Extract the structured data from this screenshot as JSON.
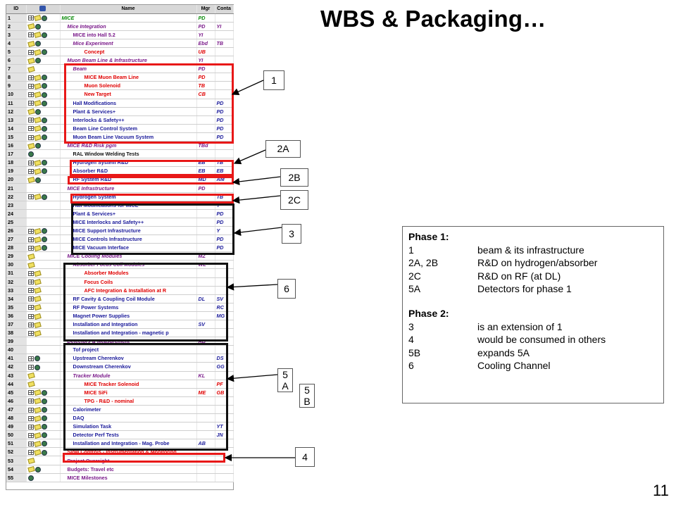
{
  "title": "WBS & Packaging…",
  "page_number": "11",
  "table": {
    "headers": [
      "ID",
      "",
      "Name",
      "Mgr",
      "Conta"
    ],
    "rows": [
      {
        "id": "1",
        "icons": [
          "grid",
          "note",
          "globe"
        ],
        "name": "MICE",
        "mgr": "PD",
        "ct": "",
        "level": 0,
        "color": "green",
        "italic": true
      },
      {
        "id": "2",
        "icons": [
          "note",
          "globe"
        ],
        "name": "Mice Integration",
        "mgr": "PD",
        "ct": "YI",
        "level": 1,
        "color": "purple",
        "italic": true
      },
      {
        "id": "3",
        "icons": [
          "grid",
          "note",
          "globe"
        ],
        "name": "MICE into Hall 5.2",
        "mgr": "YI",
        "ct": "",
        "level": 2,
        "color": "purple",
        "italic": false
      },
      {
        "id": "4",
        "icons": [
          "note",
          "globe"
        ],
        "name": "Mice Experiment",
        "mgr": "Ebd",
        "ct": "TB",
        "level": 2,
        "color": "purple",
        "italic": true
      },
      {
        "id": "5",
        "icons": [
          "grid",
          "note",
          "globe"
        ],
        "name": "Concept",
        "mgr": "UB",
        "ct": "",
        "level": 3,
        "color": "red",
        "italic": false
      },
      {
        "id": "6",
        "icons": [
          "note",
          "globe"
        ],
        "name": "Muon Beam Line & Infrastructure",
        "mgr": "YI",
        "ct": "",
        "level": 1,
        "color": "purple",
        "italic": true
      },
      {
        "id": "7",
        "icons": [
          "note"
        ],
        "name": "Beam",
        "mgr": "PD",
        "ct": "",
        "level": 2,
        "color": "purple",
        "italic": true
      },
      {
        "id": "8",
        "icons": [
          "grid",
          "note",
          "globe"
        ],
        "name": "MICE Muon Beam Line",
        "mgr": "PD",
        "ct": "",
        "level": 3,
        "color": "red",
        "italic": false
      },
      {
        "id": "9",
        "icons": [
          "grid",
          "note",
          "globe"
        ],
        "name": "Muon Solenoid",
        "mgr": "TB",
        "ct": "",
        "level": 3,
        "color": "red",
        "italic": false
      },
      {
        "id": "10",
        "icons": [
          "grid",
          "note",
          "globe"
        ],
        "name": "New Target",
        "mgr": "CB",
        "ct": "",
        "level": 3,
        "color": "red",
        "italic": false
      },
      {
        "id": "11",
        "icons": [
          "grid",
          "note",
          "globe"
        ],
        "name": "Hall Modifications",
        "mgr": "",
        "ct": "PD",
        "level": 2,
        "color": "blue",
        "italic": false
      },
      {
        "id": "12",
        "icons": [
          "note",
          "globe"
        ],
        "name": "Plant & Services+",
        "mgr": "",
        "ct": "PD",
        "level": 2,
        "color": "blue",
        "italic": false
      },
      {
        "id": "13",
        "icons": [
          "grid",
          "note",
          "globe"
        ],
        "name": "Interlocks & Safety++",
        "mgr": "",
        "ct": "PD",
        "level": 2,
        "color": "blue",
        "italic": false
      },
      {
        "id": "14",
        "icons": [
          "grid",
          "note",
          "globe"
        ],
        "name": "Beam Line Control System",
        "mgr": "",
        "ct": "PD",
        "level": 2,
        "color": "blue",
        "italic": false
      },
      {
        "id": "15",
        "icons": [
          "grid",
          "note",
          "globe"
        ],
        "name": "Muon Beam Line Vacuum System",
        "mgr": "",
        "ct": "PD",
        "level": 2,
        "color": "blue",
        "italic": false
      },
      {
        "id": "16",
        "icons": [
          "note",
          "globe"
        ],
        "name": "MICE R&D Risk pgm",
        "mgr": "TBd",
        "ct": "",
        "level": 1,
        "color": "purple",
        "italic": true
      },
      {
        "id": "17",
        "icons": [
          "globe"
        ],
        "name": "RAL Window Welding Tests",
        "mgr": "",
        "ct": "",
        "level": 2,
        "color": "black",
        "italic": false
      },
      {
        "id": "18",
        "icons": [
          "grid",
          "note",
          "globe"
        ],
        "name": "Hydrogen System R&D",
        "mgr": "EB",
        "ct": "TB",
        "level": 2,
        "color": "blue",
        "italic": false
      },
      {
        "id": "19",
        "icons": [
          "grid",
          "note",
          "globe"
        ],
        "name": "Absorber R&D",
        "mgr": "EB",
        "ct": "EB",
        "level": 2,
        "color": "blue",
        "italic": false
      },
      {
        "id": "20",
        "icons": [
          "note",
          "globe"
        ],
        "name": "RF System R&D",
        "mgr": "MD",
        "ct": "AM",
        "level": 2,
        "color": "blue",
        "italic": false
      },
      {
        "id": "21",
        "icons": [],
        "name": "MICE Infrastructure",
        "mgr": "PD",
        "ct": "",
        "level": 1,
        "color": "purple",
        "italic": true
      },
      {
        "id": "22",
        "icons": [
          "grid",
          "note",
          "globe"
        ],
        "name": "Hydrogen System",
        "mgr": "",
        "ct": "TB",
        "level": 2,
        "color": "blue",
        "italic": false
      },
      {
        "id": "23",
        "icons": [],
        "name": "Hall Modifications for MICE",
        "mgr": "",
        "ct": "Y",
        "level": 2,
        "color": "blue",
        "italic": false
      },
      {
        "id": "24",
        "icons": [],
        "name": "Plant & Services+",
        "mgr": "",
        "ct": "PD",
        "level": 2,
        "color": "blue",
        "italic": false
      },
      {
        "id": "25",
        "icons": [],
        "name": "MICE Interlocks and Safety++",
        "mgr": "",
        "ct": "PD",
        "level": 2,
        "color": "blue",
        "italic": false
      },
      {
        "id": "26",
        "icons": [
          "grid",
          "note",
          "globe"
        ],
        "name": "MICE Support Infrastructure",
        "mgr": "",
        "ct": "Y",
        "level": 2,
        "color": "blue",
        "italic": false
      },
      {
        "id": "27",
        "icons": [
          "grid",
          "note",
          "globe"
        ],
        "name": "MICE Controls Infrastructure",
        "mgr": "",
        "ct": "PD",
        "level": 2,
        "color": "blue",
        "italic": false
      },
      {
        "id": "28",
        "icons": [
          "grid",
          "note",
          "globe"
        ],
        "name": "MICE Vacuum Interface",
        "mgr": "",
        "ct": "PD",
        "level": 2,
        "color": "blue",
        "italic": false
      },
      {
        "id": "29",
        "icons": [
          "note"
        ],
        "name": "MICE Cooling Modules",
        "mgr": "MZ",
        "ct": "",
        "level": 1,
        "color": "purple",
        "italic": true
      },
      {
        "id": "30",
        "icons": [
          "note"
        ],
        "name": "Absorber Focus Coil Modules",
        "mgr": "WL",
        "ct": "",
        "level": 2,
        "color": "purple",
        "italic": true
      },
      {
        "id": "31",
        "icons": [
          "grid",
          "note"
        ],
        "name": "Absorber Modules",
        "mgr": "",
        "ct": "",
        "level": 3,
        "color": "red",
        "italic": false
      },
      {
        "id": "32",
        "icons": [
          "grid",
          "note"
        ],
        "name": "Focus Coils",
        "mgr": "",
        "ct": "",
        "level": 3,
        "color": "red",
        "italic": false
      },
      {
        "id": "33",
        "icons": [
          "grid",
          "note"
        ],
        "name": "AFC Integration & Installation at R",
        "mgr": "",
        "ct": "",
        "level": 3,
        "color": "red",
        "italic": false
      },
      {
        "id": "34",
        "icons": [
          "grid",
          "note"
        ],
        "name": "RF Cavity & Coupling Coil Module",
        "mgr": "DL",
        "ct": "SV",
        "level": 2,
        "color": "blue",
        "italic": false
      },
      {
        "id": "35",
        "icons": [
          "grid",
          "note"
        ],
        "name": "RF Power Systems",
        "mgr": "",
        "ct": "RC",
        "level": 2,
        "color": "blue",
        "italic": false
      },
      {
        "id": "36",
        "icons": [
          "grid",
          "note"
        ],
        "name": "Magnet Power Supplies",
        "mgr": "",
        "ct": "MG",
        "level": 2,
        "color": "blue",
        "italic": false
      },
      {
        "id": "37",
        "icons": [
          "grid",
          "note"
        ],
        "name": "Installation and Integration",
        "mgr": "SV",
        "ct": "",
        "level": 2,
        "color": "blue",
        "italic": false
      },
      {
        "id": "38",
        "icons": [
          "grid",
          "note"
        ],
        "name": "Installation and Integration - magnetic p",
        "mgr": "",
        "ct": "",
        "level": 2,
        "color": "blue",
        "italic": false
      },
      {
        "id": "39",
        "icons": [],
        "name": "Detectors & Measurement",
        "mgr": "AB",
        "ct": "",
        "level": 1,
        "color": "purple",
        "italic": true
      },
      {
        "id": "40",
        "icons": [],
        "name": "Tof project",
        "mgr": "",
        "ct": "",
        "level": 2,
        "color": "blue",
        "italic": false
      },
      {
        "id": "41",
        "icons": [
          "grid",
          "globe"
        ],
        "name": "Upstream Cherenkov",
        "mgr": "",
        "ct": "DS",
        "level": 2,
        "color": "blue",
        "italic": false
      },
      {
        "id": "42",
        "icons": [
          "grid",
          "globe"
        ],
        "name": "Downstream Cherenkov",
        "mgr": "",
        "ct": "GG",
        "level": 2,
        "color": "blue",
        "italic": false
      },
      {
        "id": "43",
        "icons": [
          "note"
        ],
        "name": "Tracker Module",
        "mgr": "KL",
        "ct": "",
        "level": 2,
        "color": "purple",
        "italic": true
      },
      {
        "id": "44",
        "icons": [
          "note"
        ],
        "name": "MICE Tracker Solenoid",
        "mgr": "",
        "ct": "PF",
        "level": 3,
        "color": "red",
        "italic": false
      },
      {
        "id": "45",
        "icons": [
          "grid",
          "note",
          "globe"
        ],
        "name": "MICE SiFi",
        "mgr": "ME",
        "ct": "GB",
        "level": 3,
        "color": "red",
        "italic": false
      },
      {
        "id": "46",
        "icons": [
          "grid",
          "note",
          "globe"
        ],
        "name": "TPG - R&D - nominal",
        "mgr": "",
        "ct": "",
        "level": 3,
        "color": "red",
        "italic": false
      },
      {
        "id": "47",
        "icons": [
          "grid",
          "note",
          "globe"
        ],
        "name": "Calorimeter",
        "mgr": "",
        "ct": "",
        "level": 2,
        "color": "blue",
        "italic": false
      },
      {
        "id": "48",
        "icons": [
          "grid",
          "note",
          "globe"
        ],
        "name": "DAQ",
        "mgr": "",
        "ct": "",
        "level": 2,
        "color": "blue",
        "italic": false
      },
      {
        "id": "49",
        "icons": [
          "grid",
          "note",
          "globe"
        ],
        "name": "Simulation Task",
        "mgr": "",
        "ct": "YT",
        "level": 2,
        "color": "blue",
        "italic": false
      },
      {
        "id": "50",
        "icons": [
          "grid",
          "note",
          "globe"
        ],
        "name": "Detector Perf Tests",
        "mgr": "",
        "ct": "JN",
        "level": 2,
        "color": "blue",
        "italic": false
      },
      {
        "id": "51",
        "icons": [
          "grid",
          "note",
          "globe"
        ],
        "name": "Installation and Integration - Mag. Probe",
        "mgr": "AB",
        "ct": "",
        "level": 2,
        "color": "blue",
        "italic": false
      },
      {
        "id": "52",
        "icons": [
          "grid",
          "note",
          "globe"
        ],
        "name": "Slow Controls - Instrumentation & Monitoring",
        "mgr": "",
        "ct": "",
        "level": 1,
        "color": "red",
        "italic": false
      },
      {
        "id": "53",
        "icons": [
          "note"
        ],
        "name": "Project Oversight",
        "mgr": "",
        "ct": "",
        "level": 1,
        "color": "purple",
        "italic": false
      },
      {
        "id": "54",
        "icons": [
          "note",
          "globe"
        ],
        "name": "Budgets: Travel etc",
        "mgr": "",
        "ct": "",
        "level": 1,
        "color": "purple",
        "italic": false
      },
      {
        "id": "55",
        "icons": [
          "globe"
        ],
        "name": "MICE Milestones",
        "mgr": "",
        "ct": "",
        "level": 1,
        "color": "purple",
        "italic": false
      }
    ]
  },
  "labels": {
    "l1": "1",
    "l2a": "2A",
    "l2b": "2B",
    "l2c": "2C",
    "l3": "3",
    "l6": "6",
    "l5a": "5 A",
    "l5b": "5 B",
    "l4": "4"
  },
  "legend": {
    "phase1_title": "Phase 1:",
    "phase1": [
      {
        "key": "1",
        "desc": "beam & its infrastructure"
      },
      {
        "key": "2A, 2B",
        "desc": "R&D on hydrogen/absorber"
      },
      {
        "key": "2C",
        "desc": "R&D on RF (at DL)"
      },
      {
        "key": "5A",
        "desc": "Detectors for phase 1"
      }
    ],
    "phase2_title": "Phase 2:",
    "phase2": [
      {
        "key": "3",
        "desc": "is an extension of 1"
      },
      {
        "key": "4",
        "desc": "would be consumed in others"
      },
      {
        "key": "5B",
        "desc": "expands 5A"
      },
      {
        "key": "6",
        "desc": "Cooling Channel"
      }
    ]
  },
  "colors": {
    "green": "#0a8a0a",
    "purple": "#7a1a8a",
    "red": "#e00000",
    "blue": "#1a1a9a",
    "box_red": "#e81818",
    "box_black": "#111111"
  }
}
